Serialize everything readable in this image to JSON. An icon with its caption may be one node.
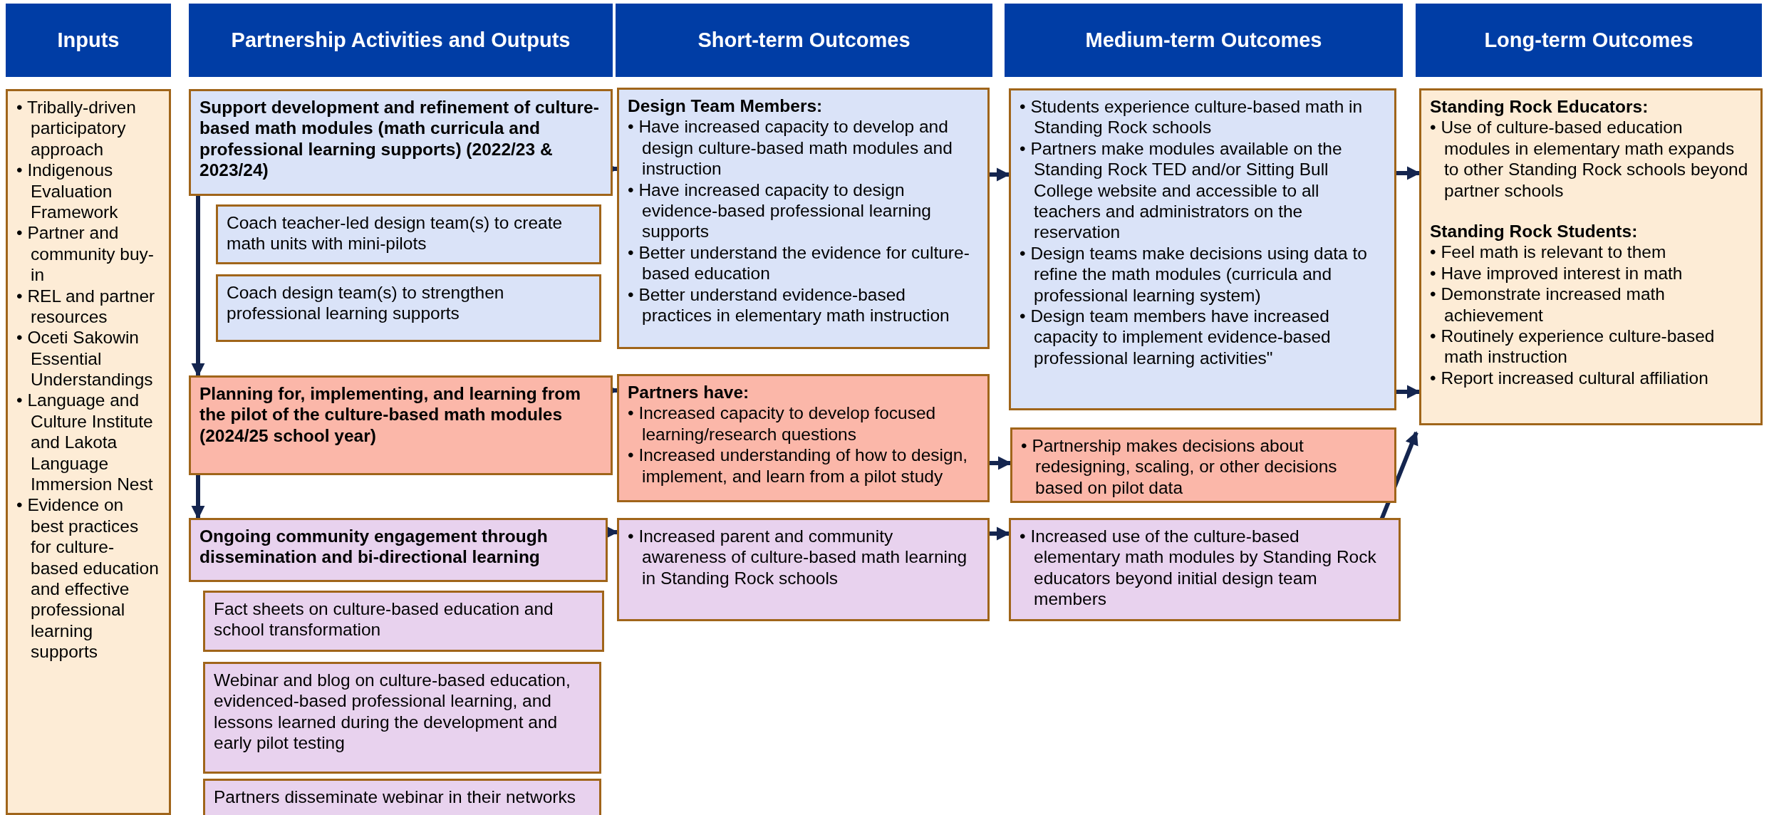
{
  "diagram": {
    "nodes": [
      {
        "text": [
          "Inputs"
        ]
      },
      {
        "text": [
          "Partnership Activities and Outputs"
        ]
      },
      {
        "text": [
          "Short-term Outcomes"
        ]
      },
      {
        "text": [
          "Medium-term Outcomes"
        ]
      },
      {
        "text": [
          "Long-term Outcomes"
        ]
      },
      {
        "text": [
          "• Tribally-driven participatory approach",
          "• Indigenous Evaluation Framework",
          "• Partner and community buy-in",
          "• REL and partner resources",
          "• Oceti Sakowin Essential Understandings",
          "• Language and Culture Institute and Lakota Language Immersion Nest",
          "• Evidence on best practices for culture-based education and effective professional learning supports"
        ]
      },
      {
        "text": [
          "Support development and refinement of culture-based math modules (math curricula and professional learning supports) (2022/23 & 2023/24)"
        ]
      },
      {
        "text": [
          "Coach teacher-led design team(s) to create math units with mini-pilots"
        ]
      },
      {
        "text": [
          "Coach design team(s) to strengthen professional learning supports"
        ]
      },
      {
        "text": [
          "Planning for, implementing, and learning from the pilot of the culture-based math modules (2024/25 school year)"
        ]
      },
      {
        "text": [
          "Ongoing community engagement through dissemination and bi-directional learning"
        ]
      },
      {
        "text": [
          "Fact sheets on culture-based education and school transformation"
        ]
      },
      {
        "text": [
          "Webinar and blog on culture-based education, evidenced-based professional learning, and lessons learned during the development and early pilot testing"
        ]
      },
      {
        "text": [
          "Partners disseminate webinar in their networks"
        ]
      },
      {
        "text": [
          "Design Team Members:",
          "• Have increased capacity to develop and design culture-based math modules and instruction",
          "• Have increased capacity to design evidence-based professional learning supports",
          "• Better understand the evidence for culture-based education",
          "• Better understand evidence-based practices in elementary math instruction"
        ]
      },
      {
        "text": [
          "Partners have:",
          "• Increased capacity to develop focused learning/research questions",
          "• Increased understanding of how to design, implement, and learn from a pilot study"
        ]
      },
      {
        "text": [
          "• Increased parent and community awareness of culture-based math learning in Standing Rock schools"
        ]
      },
      {
        "text": [
          "• Students experience culture-based math in Standing Rock schools",
          "• Partners make modules available on the Standing Rock TED and/or Sitting Bull College website and accessible to all teachers and administrators on the reservation",
          "• Design teams make decisions using data to refine the math modules (curricula and professional learning system)",
          "• Design team members have increased capacity to implement evidence-based professional learning activities\""
        ]
      },
      {
        "text": [
          "• Partnership makes decisions about redesigning, scaling, or other decisions based on pilot data"
        ]
      },
      {
        "text": [
          "• Increased use of the culture-based elementary math modules by Standing Rock educators beyond initial design team members"
        ]
      },
      {
        "text": [
          "Standing Rock Educators:",
          "• Use of culture-based education modules in elementary math expands to other Standing Rock schools beyond partner schools",
          "Standing Rock Students:",
          "• Feel math is relevant to them",
          "• Have improved interest in math",
          "• Demonstrate increased math achievement",
          "• Routinely experience culture-based math instruction",
          "• Report increased cultural affiliation"
        ]
      }
    ],
    "edges": [
      {
        "from": 6,
        "to": 9,
        "arrow": "to"
      },
      {
        "from": 9,
        "to": 10,
        "arrow": "to"
      },
      {
        "from": 6,
        "to": 14,
        "arrow": "to"
      },
      {
        "from": 9,
        "to": 15,
        "arrow": "to"
      },
      {
        "from": 10,
        "to": 16,
        "arrow": "to"
      },
      {
        "from": 14,
        "to": 17,
        "arrow": "to"
      },
      {
        "from": 15,
        "to": 18,
        "arrow": "to"
      },
      {
        "from": 16,
        "to": 19,
        "arrow": "to"
      },
      {
        "from": 17,
        "to": 20,
        "arrow": "to"
      },
      {
        "from": 17,
        "to": 20,
        "arrow": "to"
      },
      {
        "from": 19,
        "to": 20,
        "arrow": "to"
      }
    ]
  }
}
